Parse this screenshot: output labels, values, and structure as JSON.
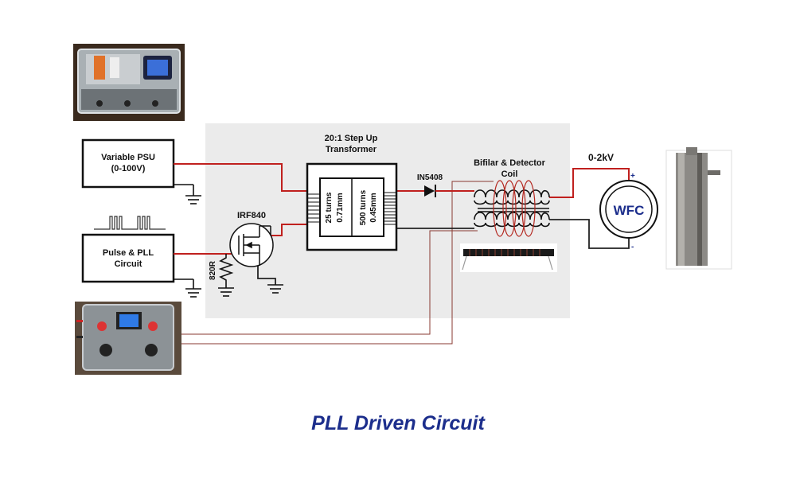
{
  "title": "PLL Driven Circuit",
  "blocks": {
    "psu": {
      "line1": "Variable PSU",
      "line2": "(0-100V)"
    },
    "pll": {
      "line1": "Pulse & PLL",
      "line2": "Circuit"
    }
  },
  "transformer": {
    "title_line1": "20:1 Step Up",
    "title_line2": "Transformer",
    "primary_turns": "25 turns",
    "primary_wire": "0.71mm",
    "secondary_turns": "500 turns",
    "secondary_wire": "0.45mm"
  },
  "components": {
    "mosfet": "IRF840",
    "resistor": "820R",
    "diode": "IN5408",
    "coil_line1": "Bifilar & Detector",
    "coil_line2": "Coil",
    "voltage": "0-2kV",
    "wfc": "WFC",
    "plus": "+",
    "minus": "-"
  },
  "photos": {
    "psu_box": "Enclosure with digital meter",
    "pll_box": "Controller with LCD",
    "coil_photo": "Bifilar coil",
    "wfc_photo": "Steel water fuel cell"
  },
  "colors": {
    "wire_red": "#c0201e",
    "wire_black": "#222222",
    "title_blue": "#1c2e8c",
    "panel": "#ebebeb"
  }
}
